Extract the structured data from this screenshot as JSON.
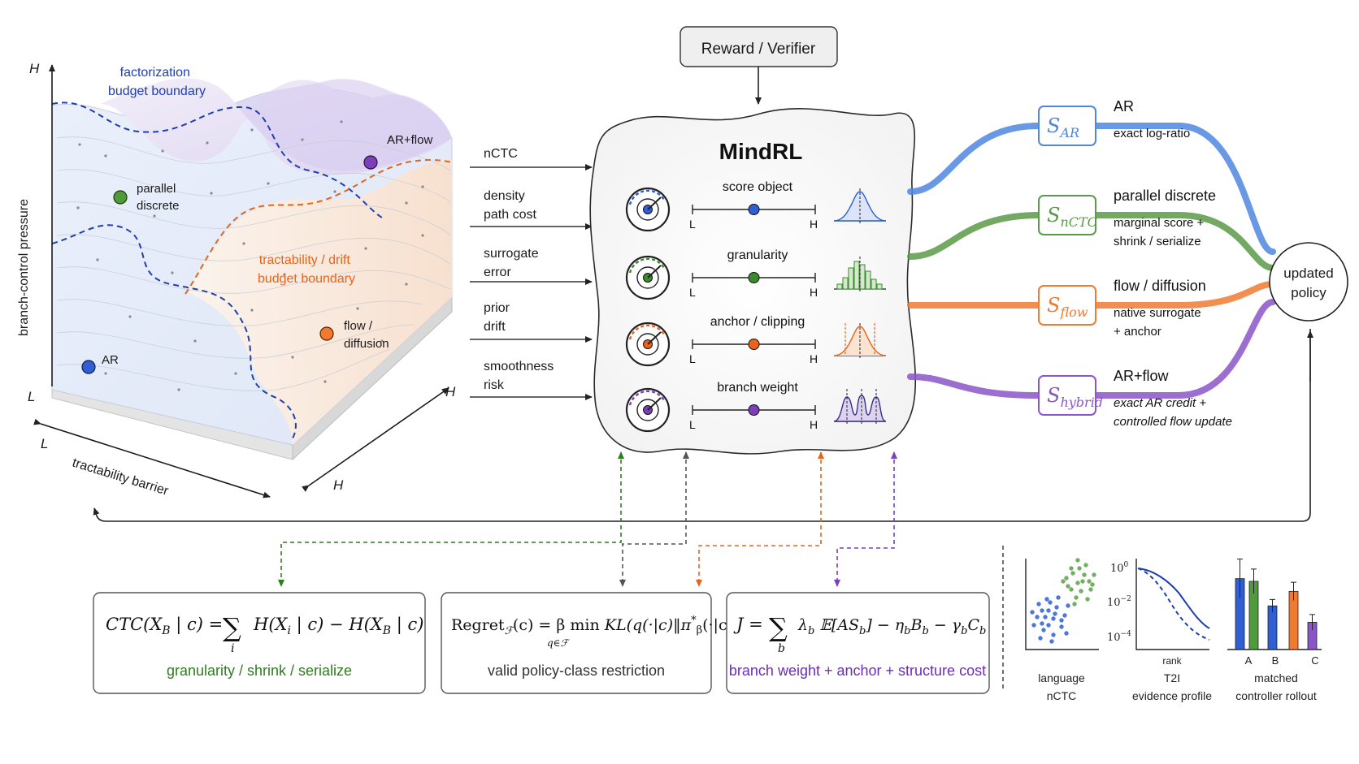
{
  "surface": {
    "axis_h_top": "H",
    "axis_l_left": "L",
    "axis_l_bottom": "L",
    "axis_h_right1": "H",
    "axis_h_right2": "H",
    "y_axis_label": "branch-control pressure",
    "x_axis_label": "tractability barrier",
    "factorization_boundary": [
      "factorization",
      "budget boundary"
    ],
    "tractability_boundary": [
      "tractability / drift",
      "budget boundary"
    ],
    "points": {
      "ar_flow": "AR+flow",
      "parallel_discrete": [
        "parallel",
        "discrete"
      ],
      "flow_diffusion": [
        "flow /",
        "diffusion"
      ],
      "ar": "AR"
    }
  },
  "inputs": [
    [
      "nCTC"
    ],
    [
      "density",
      "path cost"
    ],
    [
      "surrogate",
      "error"
    ],
    [
      "prior",
      "drift"
    ],
    [
      "smoothness",
      "risk"
    ]
  ],
  "reward_box": "Reward / Verifier",
  "mindrl": {
    "title": "MindRL",
    "rows": [
      {
        "label": "score object",
        "low": "L",
        "high": "H",
        "color": "#2f5fd0"
      },
      {
        "label": "granularity",
        "low": "L",
        "high": "H",
        "color": "#3b8a2e"
      },
      {
        "label": "anchor / clipping",
        "low": "L",
        "high": "H",
        "color": "#e8641b"
      },
      {
        "label": "branch weight",
        "low": "L",
        "high": "H",
        "color": "#7b3fb8"
      }
    ]
  },
  "outputs": [
    {
      "sym": "S",
      "sub": "AR",
      "title": "AR",
      "desc": [
        "exact log-ratio"
      ],
      "color": "#4f86e0",
      "italic_desc": false
    },
    {
      "sym": "S",
      "sub": "nCTC",
      "title": "parallel discrete",
      "desc": [
        "marginal score +",
        "shrink / serialize"
      ],
      "color": "#5a9a48",
      "italic_desc": false
    },
    {
      "sym": "S",
      "sub": "flow",
      "title": "flow / diffusion",
      "desc": [
        "native surrogate",
        "+ anchor"
      ],
      "color": "#f07a30",
      "italic_desc": false
    },
    {
      "sym": "S",
      "sub": "hybrid",
      "title": "AR+flow",
      "desc": [
        "exact AR credit +",
        "controlled flow update"
      ],
      "color": "#8a55c8",
      "italic_desc": true
    }
  ],
  "policy": [
    "updated",
    "policy"
  ],
  "formulas": [
    {
      "caption": "granularity / shrink / serialize",
      "caption_color": "#2e7d1f"
    },
    {
      "caption": "valid policy-class restriction",
      "caption_color": "#333333"
    },
    {
      "caption": "branch weight + anchor + structure cost",
      "caption_color": "#6a2fb0"
    }
  ],
  "formula_text": {
    "ctc_lhs": "CTC(X",
    "ctc_b": "B",
    "ctc_mid": " | c) =",
    "sum": "∑",
    "sum_i": "i",
    "ctc_rhs1": "H(X",
    "ctc_i": "i",
    "ctc_rhs2": " | c) − H(X",
    "ctc_b2": "B",
    "ctc_rhs3": " | c)",
    "regret": "Regret",
    "regret_f": "ℱ",
    "regret_mid": "(c) = β min",
    "regret_under": "q∈ℱ",
    "regret_rhs": " KL(q(·|c)‖π",
    "regret_sup": "*",
    "regret_subb": "β",
    "regret_end": "(·|c))",
    "j_lhs": "J =",
    "sum_b": "b",
    "j_rhs1": "λ",
    "j_b1": "b",
    "j_rhs2": " 𝔼[AS",
    "j_b2": "b",
    "j_rhs3": "] − η",
    "j_b3": "b",
    "j_rhs4": "B",
    "j_b4": "b",
    "j_rhs5": " − γ",
    "j_b5": "b",
    "j_rhs6": "C",
    "j_b6": "b"
  },
  "mini_plots": [
    {
      "caption": [
        "language",
        "nCTC"
      ]
    },
    {
      "caption": [
        "T2I",
        "evidence profile"
      ],
      "x_label": "rank",
      "ticks": [
        "10",
        "0",
        "10",
        "−2",
        "10",
        "−4"
      ]
    },
    {
      "caption": [
        "matched",
        "controller rollout"
      ],
      "categories": [
        "A",
        "B",
        "C"
      ],
      "bar_colors": [
        "#2f5fd0",
        "#4f9a3a",
        "#2f5fd0",
        "#f07a30",
        "#8a55c8"
      ],
      "values": [
        0.78,
        0.75,
        0.48,
        0.64,
        0.3
      ],
      "errors": [
        0.43,
        0.27,
        0.14,
        0.2,
        0.17
      ]
    }
  ]
}
